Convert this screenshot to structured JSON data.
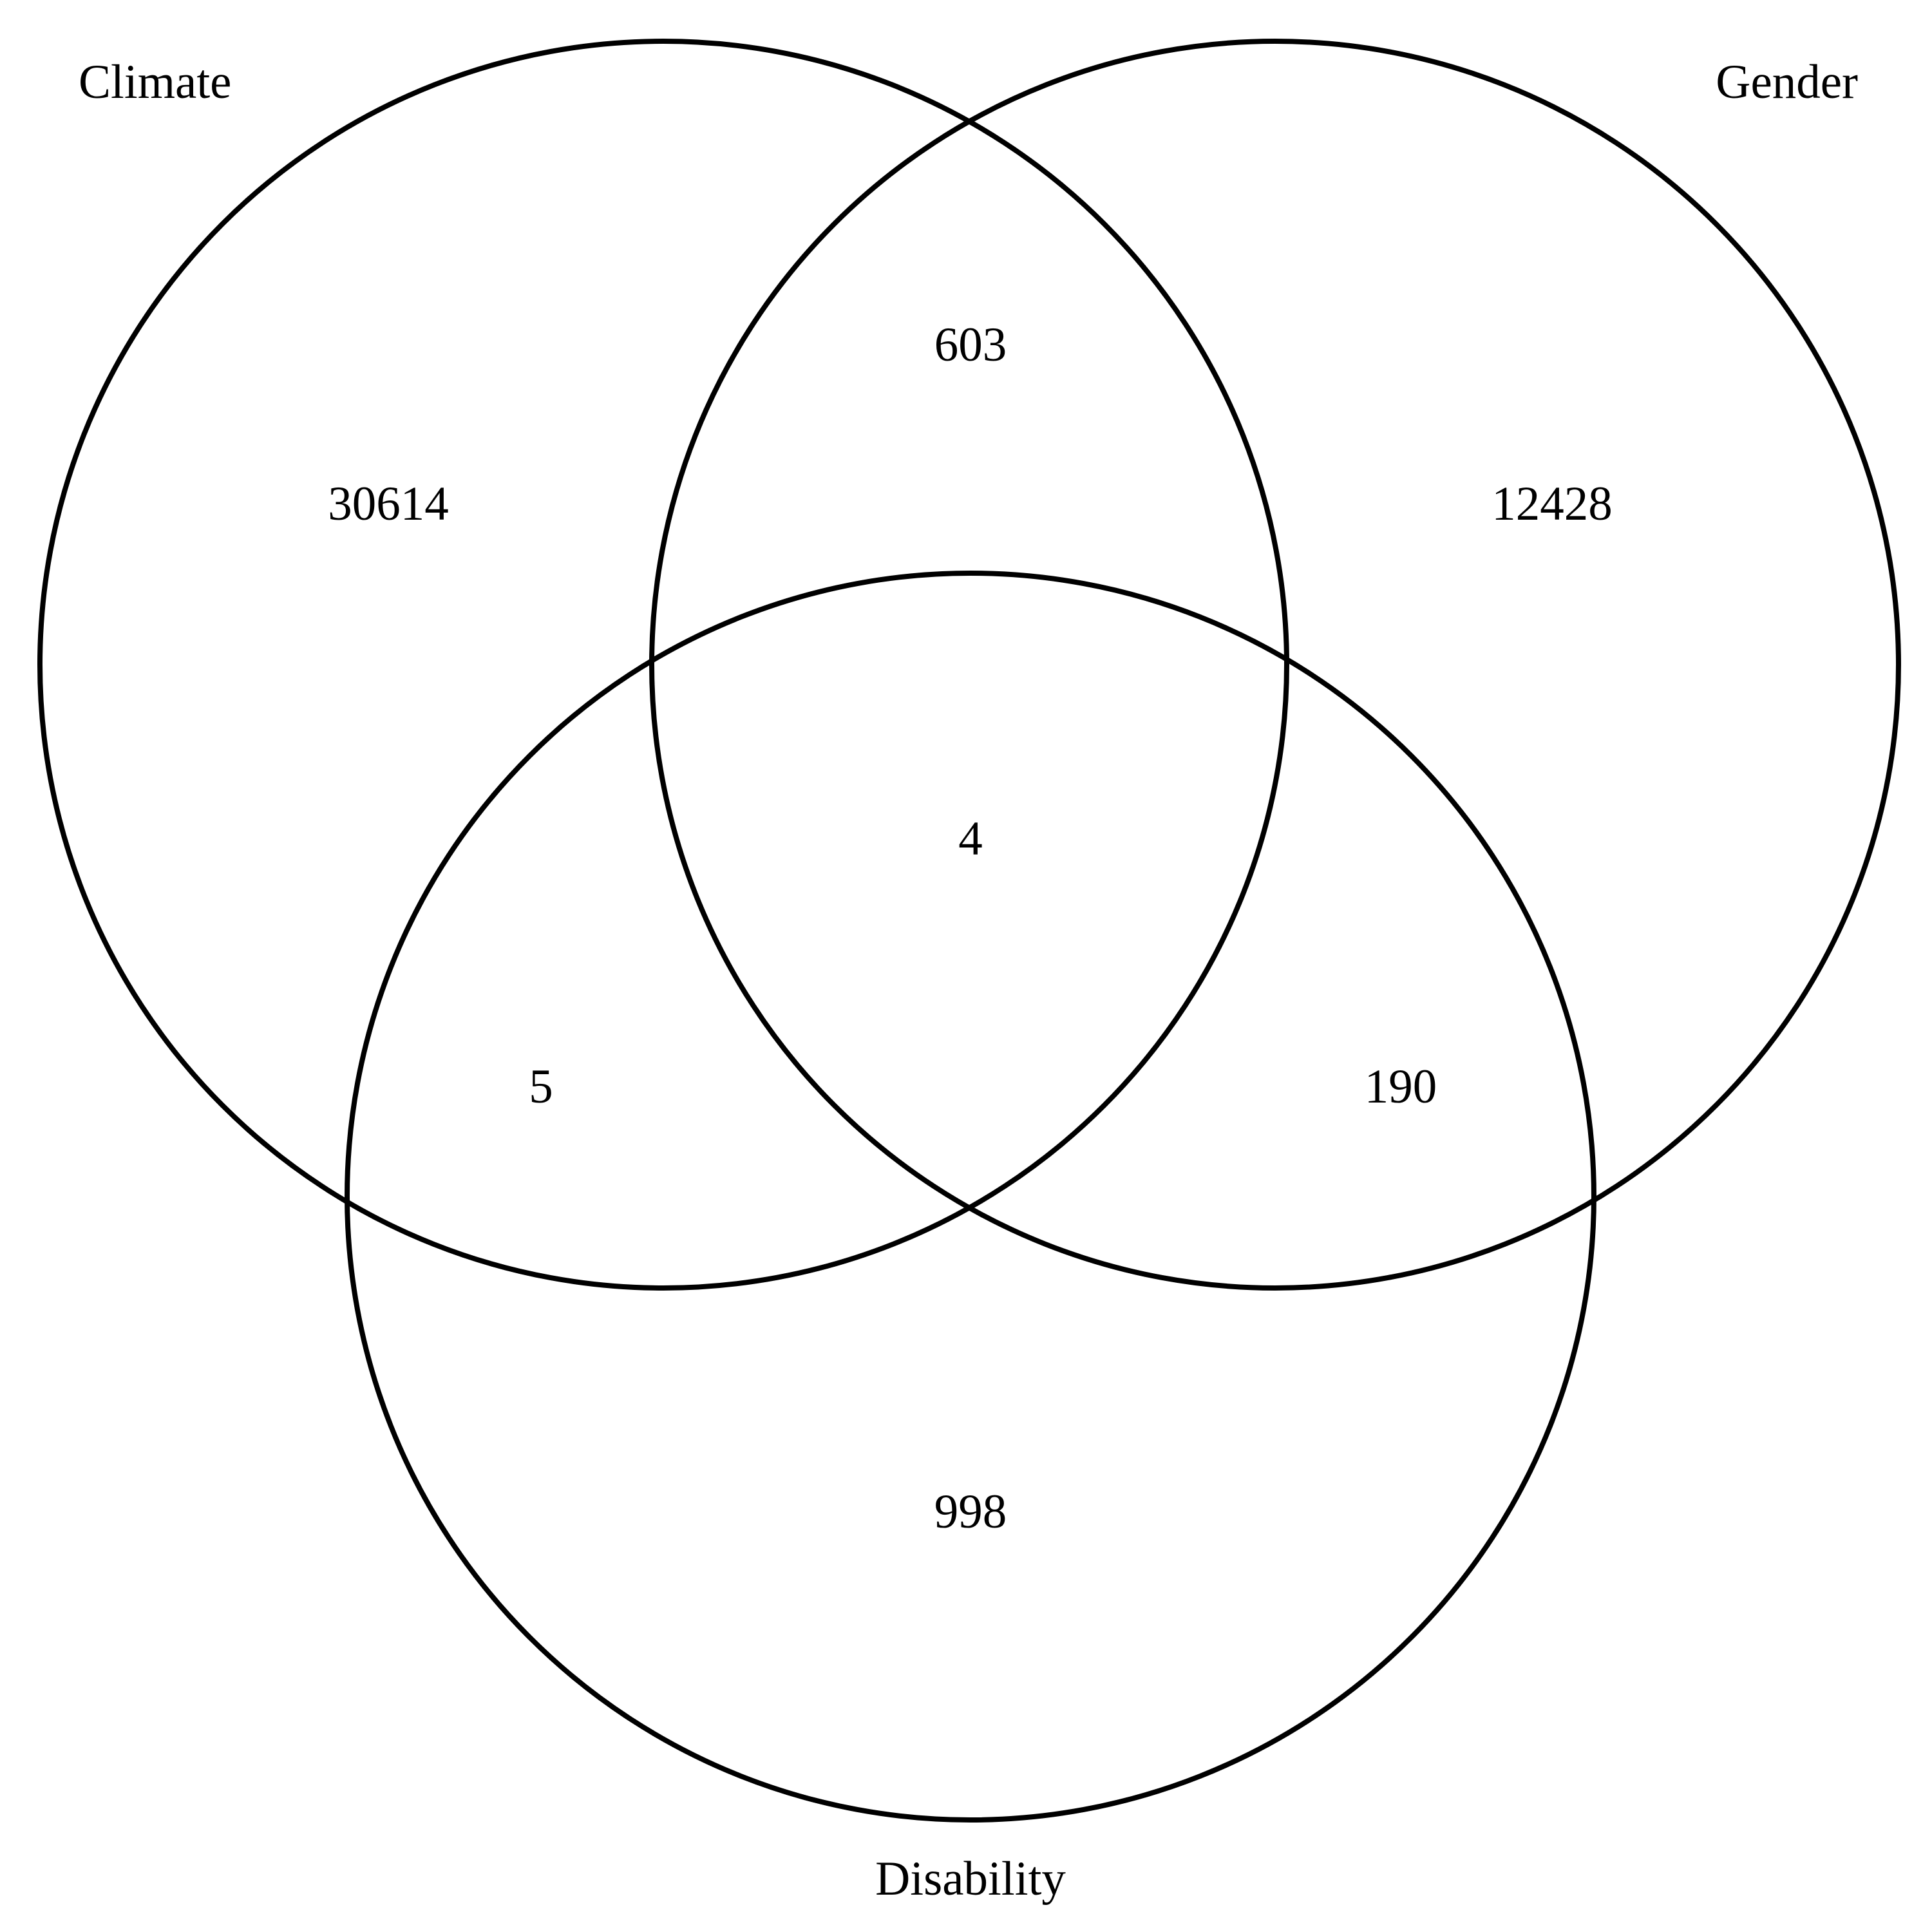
{
  "diagram": {
    "type": "venn",
    "sets": [
      {
        "id": "climate",
        "label": "Climate"
      },
      {
        "id": "gender",
        "label": "Gender"
      },
      {
        "id": "disability",
        "label": "Disability"
      }
    ],
    "regions": {
      "climate_only": "30614",
      "gender_only": "12428",
      "disability_only": "998",
      "climate_gender": "603",
      "climate_disability": "5",
      "gender_disability": "190",
      "all_three": "4"
    },
    "colors": {
      "stroke": "#000000",
      "text": "#000000",
      "background": "#ffffff"
    }
  }
}
